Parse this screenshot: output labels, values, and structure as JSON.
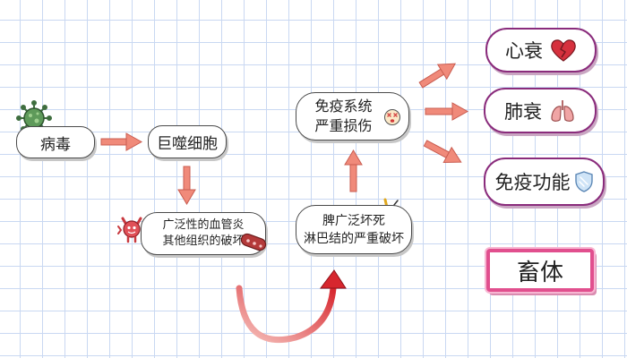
{
  "nodes": {
    "virus": "病毒",
    "macrophage": "巨噬细胞",
    "vasculitis": [
      "广泛性的血管炎",
      "其他组织的破坏"
    ],
    "spleen": [
      "脾广泛坏死",
      "淋巴结的严重破坏"
    ],
    "immune_damage": [
      "免疫系统",
      "严重损伤"
    ]
  },
  "outcomes": {
    "heart": "心衰",
    "lung": "肺衰",
    "immunity": "免疫功能"
  },
  "livestock": "畜体",
  "icons": [
    "virus-icon",
    "devil-icon",
    "bacteria-icon",
    "exclaim-icon",
    "dizzy-face-icon",
    "broken-heart-icon",
    "lungs-icon",
    "shield-icon"
  ],
  "colors": {
    "arrow": "#f08a7a",
    "arrow_stroke": "#c95c50",
    "outcome_border": "#8a2c7c",
    "livestock_border": "#e14f8e",
    "curve_arrow": "#d7262e"
  }
}
